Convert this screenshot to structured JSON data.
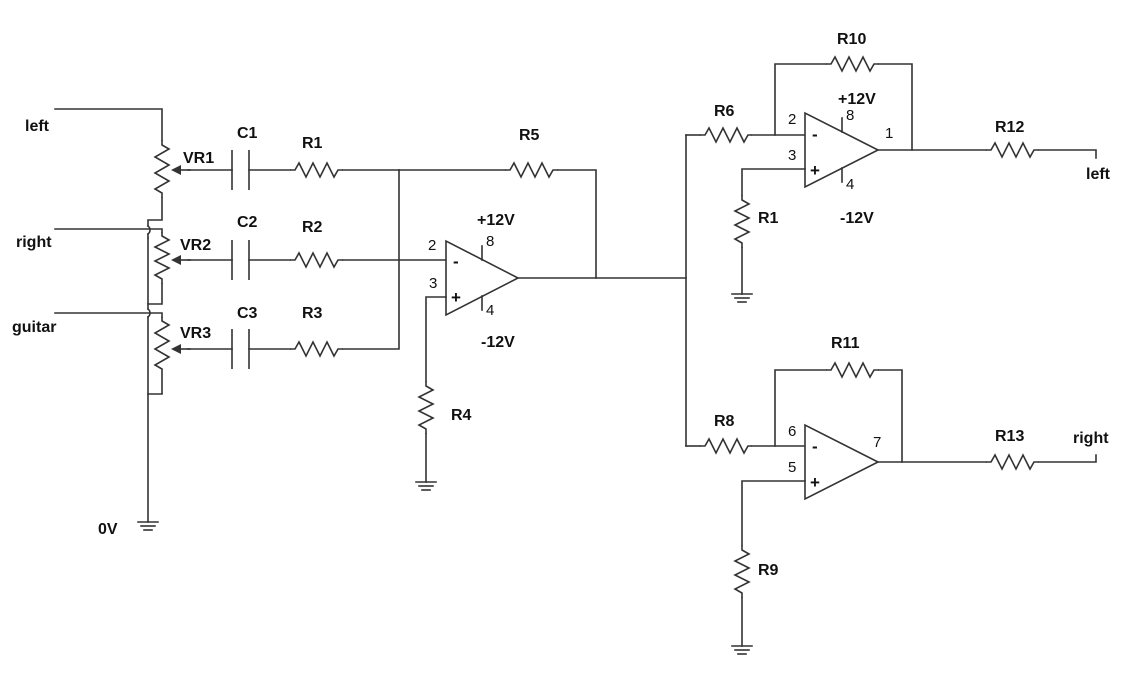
{
  "inputs": {
    "left": "left",
    "right": "right",
    "guitar": "guitar",
    "zero_volt": "0V"
  },
  "potentiometers": [
    "VR1",
    "VR2",
    "VR3"
  ],
  "capacitors": [
    "C1",
    "C2",
    "C3"
  ],
  "mixer_resistors": {
    "r1": "R1",
    "r2": "R2",
    "r3": "R3",
    "r4": "R4",
    "r5": "R5"
  },
  "mixer_opamp": {
    "supply_pos": "+12V",
    "supply_neg": "-12V",
    "pin_inv": "2",
    "pin_noninv": "3",
    "pin_vpos": "8",
    "pin_vneg": "4",
    "minus_sign": "-",
    "plus_sign": "+"
  },
  "left_stage": {
    "input_resistor": "R6",
    "ground_resistor": "R1",
    "feedback_resistor": "R10",
    "output_resistor": "R12",
    "supply_pos": "+12V",
    "supply_neg": "-12V",
    "pin_inv": "2",
    "pin_noninv": "3",
    "pin_vpos": "8",
    "pin_vneg": "4",
    "pin_out": "1",
    "minus_sign": "-",
    "plus_sign": "+",
    "output_label": "left"
  },
  "right_stage": {
    "input_resistor": "R8",
    "ground_resistor": "R9",
    "feedback_resistor": "R11",
    "output_resistor": "R13",
    "pin_inv": "6",
    "pin_noninv": "5",
    "pin_out": "7",
    "minus_sign": "-",
    "plus_sign": "+",
    "output_label": "right"
  }
}
